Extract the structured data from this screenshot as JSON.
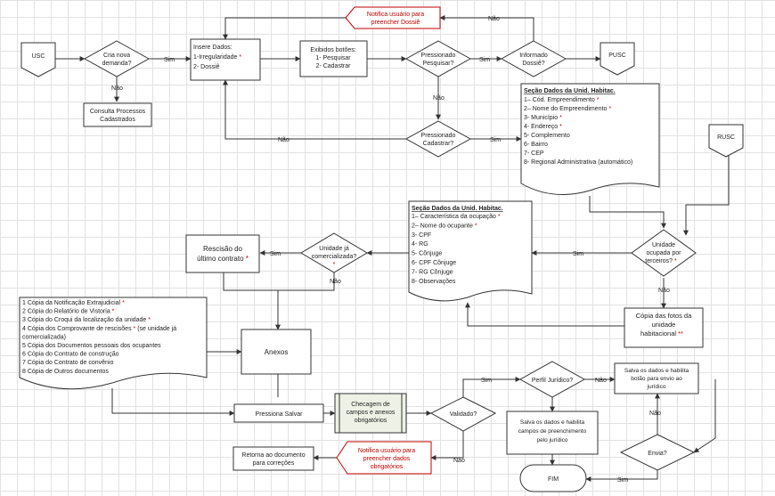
{
  "nodes": {
    "usc": "USC",
    "pusc": "PUSC",
    "rusc": "RUSC",
    "cria_nova": [
      "Cria nova",
      "demanda?"
    ],
    "consulta": [
      "Consulta Processos",
      "Cadastrados"
    ],
    "insere_title": "Insere Dados:",
    "insere_1": "1-Irregularidade",
    "insere_2": "2- Dossiê",
    "exibidos_title": "Exibidos botões:",
    "exibidos_1": "1- Pesquisar",
    "exibidos_2": "2- Cadastrar",
    "pressionado_pesquisar": [
      "Pressionado",
      "Pesquisar?"
    ],
    "informado_dossie": [
      "Informado",
      "Dossiê?"
    ],
    "notifica_dossie": [
      "Notifica usuário para",
      "preencher Dossiê"
    ],
    "pressionado_cadastrar": [
      "Pressionado",
      "Cadastrar?"
    ],
    "secao1_title": "Seção Dados da Unid. Habitac.",
    "secao1_items": [
      {
        "text": "1– Cód. Empreendimento",
        "mark": "*"
      },
      {
        "text": "2– Nome do Empreendimento",
        "mark": "*"
      },
      {
        "text": "3- Município",
        "mark": "*"
      },
      {
        "text": "4- Endereço",
        "mark": "*"
      },
      {
        "text": "5- Complemento",
        "mark": ""
      },
      {
        "text": "6- Bairro",
        "mark": ""
      },
      {
        "text": "7- CEP",
        "mark": ""
      },
      {
        "text": "8- Regional Administrativa (automático)",
        "mark": ""
      }
    ],
    "secao2_title": "Seção Dados da Unid. Habitac.",
    "secao2_items": [
      {
        "text": "1– Característica da ocupação",
        "mark": "*"
      },
      {
        "text": "2– Nome do ocupante",
        "mark": "*"
      },
      {
        "text": "3- CPF",
        "mark": ""
      },
      {
        "text": "4- RG",
        "mark": ""
      },
      {
        "text": "5- Cônjuge",
        "mark": ""
      },
      {
        "text": "6- CPF Cônjuge",
        "mark": ""
      },
      {
        "text": "7- RG Cônjuge",
        "mark": ""
      },
      {
        "text": "8- Observações",
        "mark": ""
      }
    ],
    "unidade_ocupada": [
      "Unidade",
      "ocupada por",
      "terceiros?"
    ],
    "unidade_ocupada_mark": "*",
    "copia_fotos": [
      "Cópia das fotos da",
      "unidade",
      "habitacional"
    ],
    "copia_fotos_mark": "**",
    "unidade_comercializada": [
      "Unidade já",
      "comercializada?"
    ],
    "unidade_comercializada_mark": "*",
    "rescisao": [
      "Rescisão do",
      "último contrato"
    ],
    "rescisao_mark": "*",
    "docs_items": [
      {
        "text": "1 Cópia da Notificação Extrajudicial",
        "mark": "*"
      },
      {
        "text": "2 Cópia do Relatório de Vistoria",
        "mark": "*"
      },
      {
        "text": "3 Cópia do Croqui da localização da unidade",
        "mark": "*"
      },
      {
        "text": "4 Cópia dos Comprovante de rescisões",
        "mark": "*",
        "extra": "(se unidade já"
      },
      {
        "text": "comercializada)",
        "mark": ""
      },
      {
        "text": "5 Cópia dos Documentos pessoais dos ocupantes",
        "mark": ""
      },
      {
        "text": "6 Cópia do Contrato de construção",
        "mark": ""
      },
      {
        "text": "7 Cópia do Contrato de convênio",
        "mark": ""
      },
      {
        "text": "8 Cópia de Outros documentos",
        "mark": ""
      }
    ],
    "anexos": "Anexos",
    "pressiona_salvar": "Pressiona Salvar",
    "checagem": [
      "Checagem de",
      "campos e anexos",
      "obrigatórios"
    ],
    "validado": "Validado?",
    "perfil_juridico": "Perfil Jurídico?",
    "salva_juridico": [
      "Salva os dados e habilita",
      "botão para envio ao",
      "jurídico"
    ],
    "salva_preenchimento": [
      "Salva os dados e habilita",
      "campos de preenchimento",
      "pelo jurídico"
    ],
    "envia": "Envia?",
    "fim": "FIM",
    "notifica_obrig": [
      "Notifica usuário para",
      "preencher dados",
      "obrigatórios"
    ],
    "retorna": [
      "Retorna ao documento",
      "para correções"
    ]
  },
  "edge_labels": {
    "sim": "Sim",
    "nao": "Não"
  },
  "colors": {
    "stroke": "#3a3a3a",
    "required_mark": "#c00000",
    "grid": "#e2e2e2",
    "notify_border": "#c00000"
  }
}
